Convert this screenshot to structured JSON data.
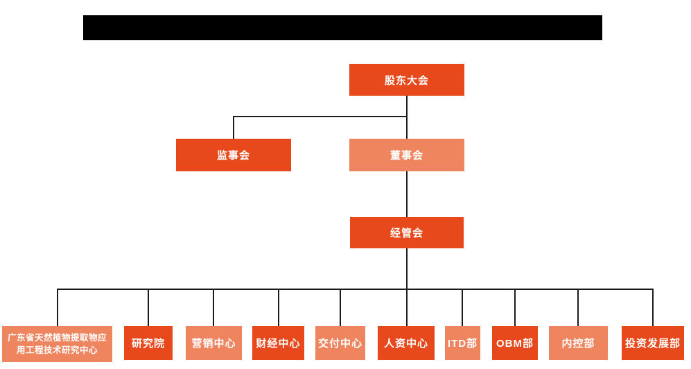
{
  "page": {
    "background": "#ffffff",
    "redacted_title_bar": {
      "present": true,
      "color": "#000000"
    }
  },
  "colors": {
    "primary_orange": "#E8491C",
    "secondary_salmon": "#EF855F",
    "connector_line": "#1c1c1c",
    "node_text": "#ffffff"
  },
  "org_chart": {
    "root": {
      "label": "股东大会",
      "variant": "primary"
    },
    "level2": [
      {
        "label": "监事会",
        "variant": "primary"
      },
      {
        "label": "董事会",
        "variant": "secondary"
      }
    ],
    "level3": {
      "label": "经管会",
      "variant": "primary"
    },
    "departments": [
      {
        "label": "广东省天然植物提取物应用工程技术研究中心",
        "label_lines": [
          "广东省天然植物提取物应",
          "用工程技术研究中心"
        ],
        "variant": "secondary"
      },
      {
        "label": "研究院",
        "variant": "primary"
      },
      {
        "label": "营销中心",
        "variant": "secondary"
      },
      {
        "label": "财经中心",
        "variant": "primary"
      },
      {
        "label": "交付中心",
        "variant": "secondary"
      },
      {
        "label": "人资中心",
        "variant": "primary"
      },
      {
        "label": "ITD部",
        "variant": "secondary"
      },
      {
        "label": "OBM部",
        "variant": "primary"
      },
      {
        "label": "内控部",
        "variant": "secondary"
      },
      {
        "label": "投资发展部",
        "variant": "primary"
      }
    ]
  }
}
